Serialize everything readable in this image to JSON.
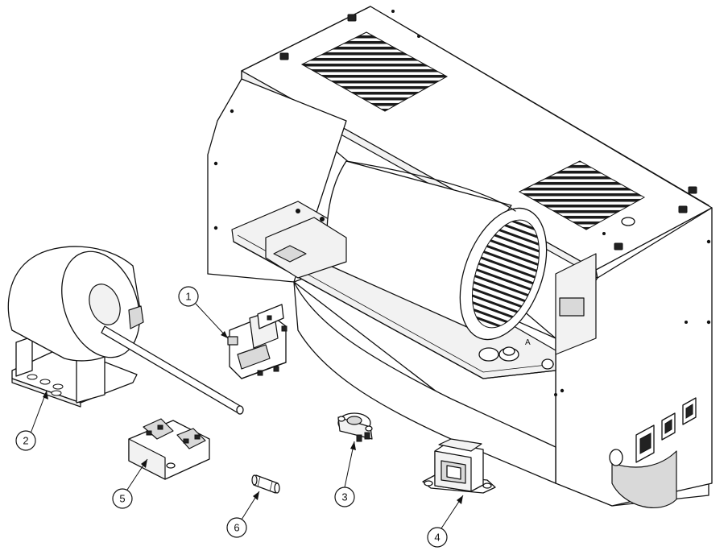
{
  "callouts": [
    {
      "id": "1",
      "label": "1",
      "part": "relay"
    },
    {
      "id": "2",
      "label": "2",
      "part": "blower-motor"
    },
    {
      "id": "3",
      "label": "3",
      "part": "thermostat"
    },
    {
      "id": "4",
      "label": "4",
      "part": "transformer"
    },
    {
      "id": "5",
      "label": "5",
      "part": "fuse-block"
    },
    {
      "id": "6",
      "label": "6",
      "part": "fuse"
    }
  ],
  "housing_marking": "A",
  "colors": {
    "line": "#111111",
    "fill": "#ffffff",
    "shade": "#d9d9d9",
    "dark": "#222222"
  }
}
